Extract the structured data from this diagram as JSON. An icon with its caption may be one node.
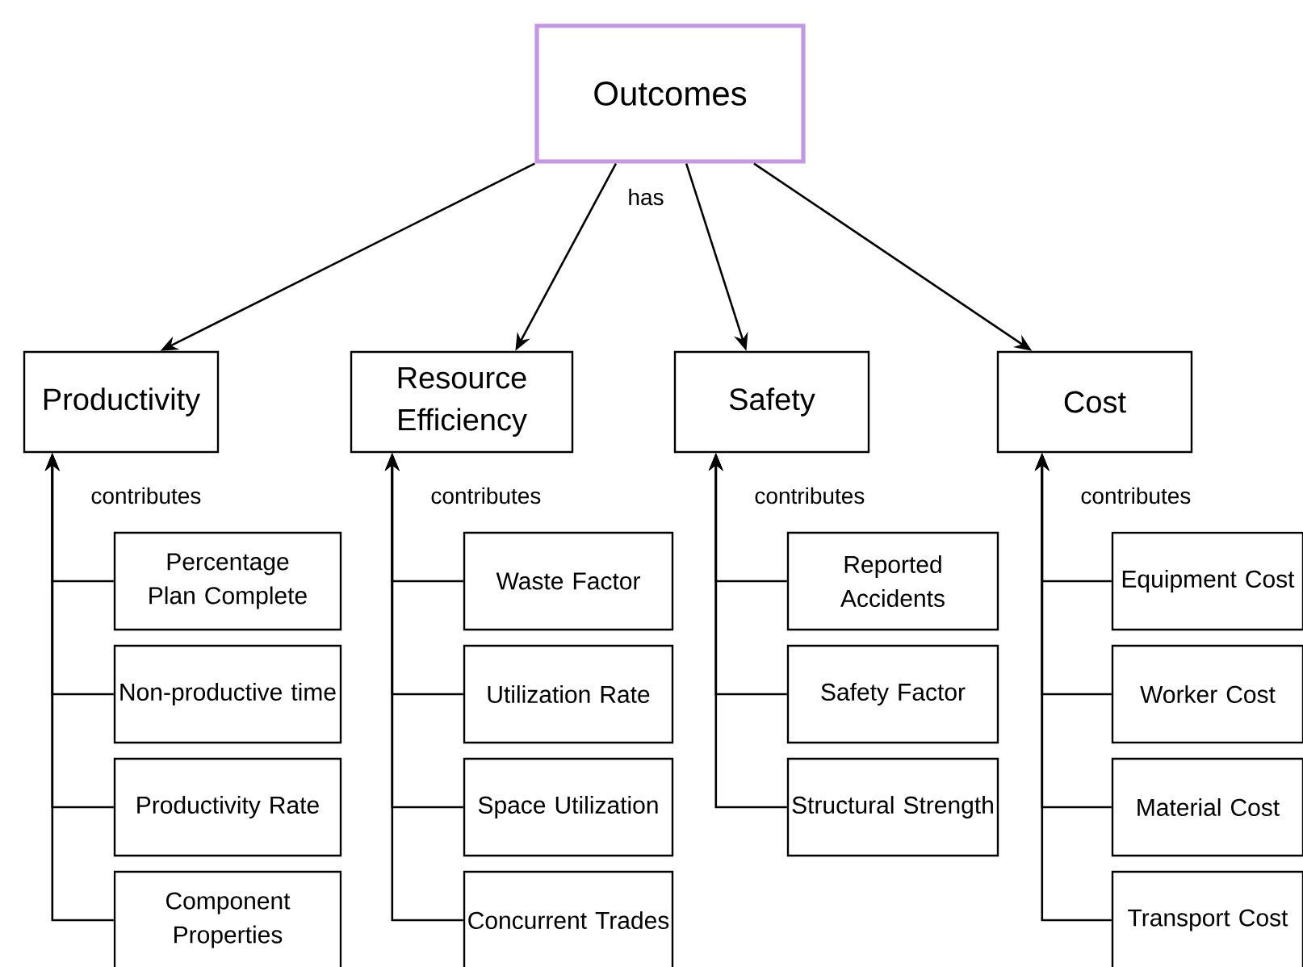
{
  "diagram": {
    "nodes": [
      {
        "text": [
          "Outcomes"
        ]
      },
      {
        "text": [
          "Productivity"
        ]
      },
      {
        "text": [
          "Resource Efficiency"
        ]
      },
      {
        "text": [
          "Safety"
        ]
      },
      {
        "text": [
          "Cost"
        ]
      },
      {
        "text": [
          "Percentage Plan Complete"
        ]
      },
      {
        "text": [
          "Non-productive time"
        ]
      },
      {
        "text": [
          "Productivity Rate"
        ]
      },
      {
        "text": [
          "Component Properties"
        ]
      },
      {
        "text": [
          "Waste Factor"
        ]
      },
      {
        "text": [
          "Utilization Rate"
        ]
      },
      {
        "text": [
          "Space Utilization"
        ]
      },
      {
        "text": [
          "Concurrent Trades"
        ]
      },
      {
        "text": [
          "Reported Accidents"
        ]
      },
      {
        "text": [
          "Safety Factor"
        ]
      },
      {
        "text": [
          "Structural Strength"
        ]
      },
      {
        "text": [
          "Equipment Cost"
        ]
      },
      {
        "text": [
          "Worker Cost"
        ]
      },
      {
        "text": [
          "Material Cost"
        ]
      },
      {
        "text": [
          "Transport Cost"
        ]
      }
    ],
    "edges": [
      {
        "from": 0,
        "to": 1,
        "arrow": "to"
      },
      {
        "from": 0,
        "to": 2,
        "arrow": "to"
      },
      {
        "from": 0,
        "to": 3,
        "arrow": "to",
        "label": "has"
      },
      {
        "from": 0,
        "to": 4,
        "arrow": "to"
      },
      {
        "from": 5,
        "to": 1,
        "arrow": "to",
        "label": "contributes"
      },
      {
        "from": 6,
        "to": 1,
        "arrow": "to"
      },
      {
        "from": 7,
        "to": 1,
        "arrow": "to"
      },
      {
        "from": 8,
        "to": 1,
        "arrow": "to"
      },
      {
        "from": 9,
        "to": 2,
        "arrow": "to",
        "label": "contributes"
      },
      {
        "from": 10,
        "to": 2,
        "arrow": "to"
      },
      {
        "from": 11,
        "to": 2,
        "arrow": "to"
      },
      {
        "from": 12,
        "to": 2,
        "arrow": "to"
      },
      {
        "from": 13,
        "to": 3,
        "arrow": "to",
        "label": "contributes"
      },
      {
        "from": 14,
        "to": 3,
        "arrow": "to"
      },
      {
        "from": 15,
        "to": 3,
        "arrow": "to"
      },
      {
        "from": 16,
        "to": 4,
        "arrow": "to",
        "label": "contributes"
      },
      {
        "from": 17,
        "to": 4,
        "arrow": "to"
      },
      {
        "from": 18,
        "to": 4,
        "arrow": "to"
      },
      {
        "from": 19,
        "to": 4,
        "arrow": "to"
      }
    ]
  }
}
